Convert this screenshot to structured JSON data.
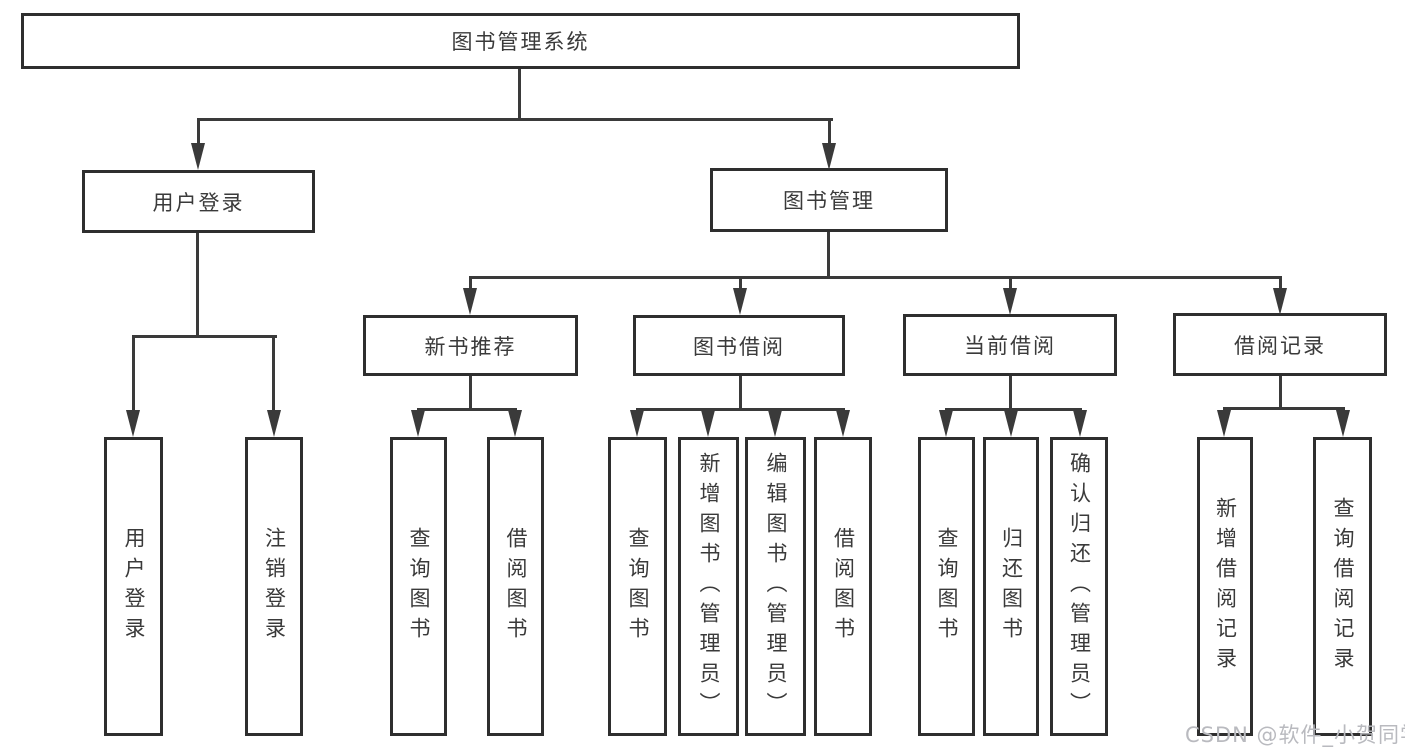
{
  "diagram": {
    "title": "图书管理系统",
    "nodes": [
      {
        "id": "root",
        "label": "图书管理系统",
        "orientation": "horizontal",
        "level": 1
      },
      {
        "id": "login",
        "label": "用户登录",
        "orientation": "horizontal",
        "level": 2
      },
      {
        "id": "mgmt",
        "label": "图书管理",
        "orientation": "horizontal",
        "level": 2
      },
      {
        "id": "new-books",
        "label": "新书推荐",
        "orientation": "horizontal",
        "level": 3
      },
      {
        "id": "book-borrow",
        "label": "图书借阅",
        "orientation": "horizontal",
        "level": 3
      },
      {
        "id": "current-borrow",
        "label": "当前借阅",
        "orientation": "horizontal",
        "level": 3
      },
      {
        "id": "borrow-records",
        "label": "借阅记录",
        "orientation": "horizontal",
        "level": 3
      },
      {
        "id": "leaf-user-login",
        "label": "用户登录",
        "orientation": "vertical",
        "level": 4
      },
      {
        "id": "leaf-logout",
        "label": "注销登录",
        "orientation": "vertical",
        "level": 4
      },
      {
        "id": "nb-query",
        "label": "查询图书",
        "orientation": "vertical",
        "level": 4
      },
      {
        "id": "nb-borrow",
        "label": "借阅图书",
        "orientation": "vertical",
        "level": 4
      },
      {
        "id": "bb-query",
        "label": "查询图书",
        "orientation": "vertical",
        "level": 4
      },
      {
        "id": "bb-add",
        "label": "新增图书（管理员）",
        "orientation": "vertical",
        "level": 4
      },
      {
        "id": "bb-edit",
        "label": "编辑图书（管理员）",
        "orientation": "vertical",
        "level": 4
      },
      {
        "id": "bb-borrow",
        "label": "借阅图书",
        "orientation": "vertical",
        "level": 4
      },
      {
        "id": "cb-query",
        "label": "查询图书",
        "orientation": "vertical",
        "level": 4
      },
      {
        "id": "cb-return",
        "label": "归还图书",
        "orientation": "vertical",
        "level": 4
      },
      {
        "id": "cb-confirm",
        "label": "确认归还（管理员）",
        "orientation": "vertical",
        "level": 4
      },
      {
        "id": "br-add",
        "label": "新增借阅记录",
        "orientation": "vertical",
        "level": 4
      },
      {
        "id": "br-query",
        "label": "查询借阅记录",
        "orientation": "vertical",
        "level": 4
      }
    ],
    "edges": [
      {
        "from": "root",
        "to": "login"
      },
      {
        "from": "root",
        "to": "mgmt"
      },
      {
        "from": "login",
        "to": "leaf-user-login"
      },
      {
        "from": "login",
        "to": "leaf-logout"
      },
      {
        "from": "mgmt",
        "to": "new-books"
      },
      {
        "from": "mgmt",
        "to": "book-borrow"
      },
      {
        "from": "mgmt",
        "to": "current-borrow"
      },
      {
        "from": "mgmt",
        "to": "borrow-records"
      },
      {
        "from": "new-books",
        "to": "nb-query"
      },
      {
        "from": "new-books",
        "to": "nb-borrow"
      },
      {
        "from": "book-borrow",
        "to": "bb-query"
      },
      {
        "from": "book-borrow",
        "to": "bb-add"
      },
      {
        "from": "book-borrow",
        "to": "bb-edit"
      },
      {
        "from": "book-borrow",
        "to": "bb-borrow"
      },
      {
        "from": "current-borrow",
        "to": "cb-query"
      },
      {
        "from": "current-borrow",
        "to": "cb-return"
      },
      {
        "from": "current-borrow",
        "to": "cb-confirm"
      },
      {
        "from": "borrow-records",
        "to": "br-add"
      },
      {
        "from": "borrow-records",
        "to": "br-query"
      }
    ]
  },
  "watermark": {
    "text": "CSDN @软件_小贺同学",
    "color": "#b9babf"
  },
  "colors": {
    "background": "#ffffff",
    "box_border": "#2e2e2e",
    "box_fill": "#ffffff",
    "connector": "#3a3a3a",
    "text": "#3a3a3a"
  }
}
